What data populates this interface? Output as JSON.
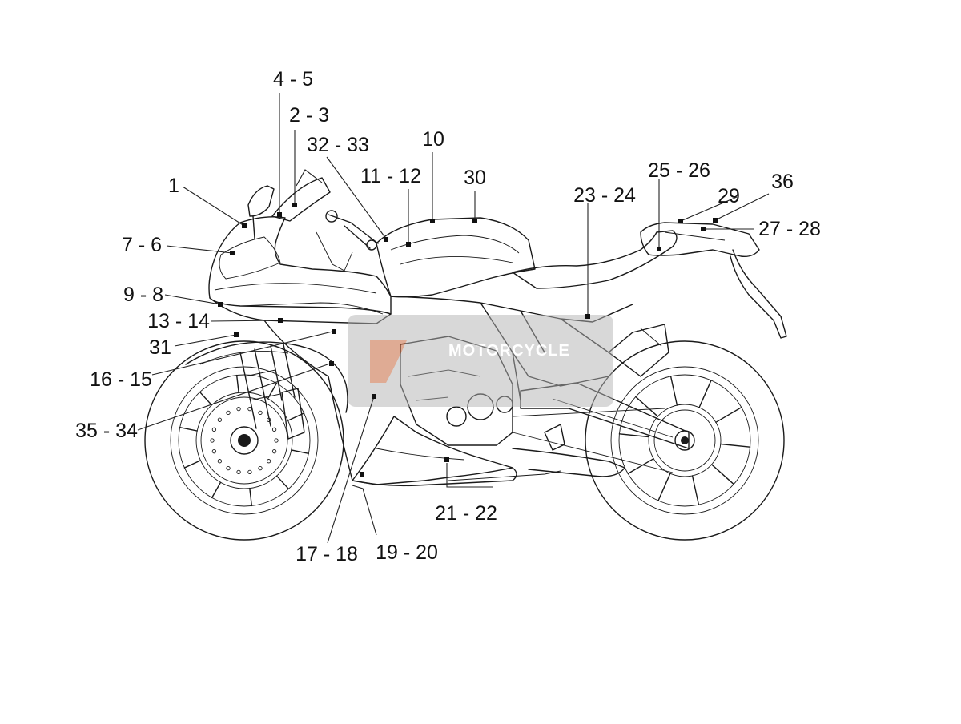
{
  "diagram": {
    "callouts": [
      {
        "id": "c1",
        "text": "1"
      },
      {
        "id": "c2",
        "text": "4 - 5"
      },
      {
        "id": "c3",
        "text": "2 - 3"
      },
      {
        "id": "c4",
        "text": "32 - 33"
      },
      {
        "id": "c5",
        "text": "10"
      },
      {
        "id": "c6",
        "text": "11 - 12"
      },
      {
        "id": "c7",
        "text": "30"
      },
      {
        "id": "c8",
        "text": "7 - 6"
      },
      {
        "id": "c9",
        "text": "9 - 8"
      },
      {
        "id": "c10",
        "text": "13 - 14"
      },
      {
        "id": "c11",
        "text": "31"
      },
      {
        "id": "c12",
        "text": "16 - 15"
      },
      {
        "id": "c13",
        "text": "35 - 34"
      },
      {
        "id": "c14",
        "text": "23 - 24"
      },
      {
        "id": "c15",
        "text": "25 - 26"
      },
      {
        "id": "c16",
        "text": "29"
      },
      {
        "id": "c17",
        "text": "36"
      },
      {
        "id": "c18",
        "text": "27 - 28"
      },
      {
        "id": "c19",
        "text": "21 - 22"
      },
      {
        "id": "c20",
        "text": "17 - 18"
      },
      {
        "id": "c21",
        "text": "19 - 20"
      }
    ],
    "watermark": "MOTORCYCLE"
  }
}
